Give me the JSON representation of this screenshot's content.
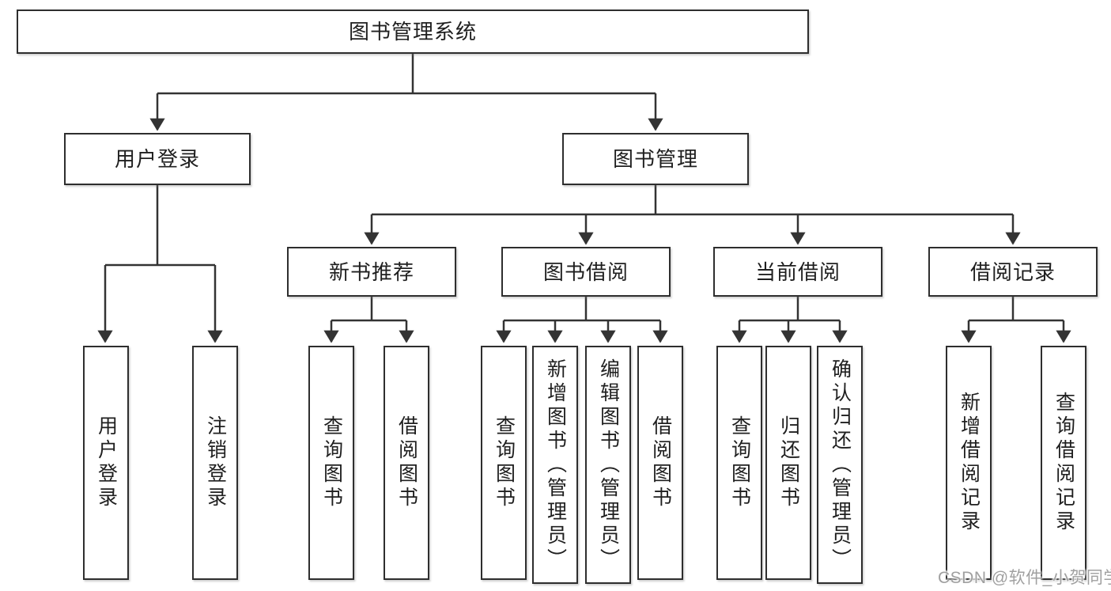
{
  "diagram": {
    "title_node": "图书管理系统",
    "nodes": {
      "root": "图书管理系统",
      "user_login": "用户登录",
      "book_management": "图书管理",
      "new_book_recommend": "新书推荐",
      "book_borrowing": "图书借阅",
      "current_borrowing": "当前借阅",
      "borrowing_records": "借阅记录",
      "leaf_user_login": "用户登录",
      "leaf_logout": "注销登录",
      "leaf_nb_query": "查询图书",
      "leaf_nb_borrow": "借阅图书",
      "leaf_bb_query": "查询图书",
      "leaf_bb_add": "新增图书（管理员）",
      "leaf_bb_edit": "编辑图书（管理员）",
      "leaf_bb_borrow": "借阅图书",
      "leaf_cb_query": "查询图书",
      "leaf_cb_return": "归还图书",
      "leaf_cb_confirm": "确认归还（管理员）",
      "leaf_br_add": "新增借阅记录",
      "leaf_br_query": "查询借阅记录"
    },
    "hierarchy": {
      "root": [
        "user_login",
        "book_management"
      ],
      "user_login": [
        "leaf_user_login",
        "leaf_logout"
      ],
      "book_management": [
        "new_book_recommend",
        "book_borrowing",
        "current_borrowing",
        "borrowing_records"
      ],
      "new_book_recommend": [
        "leaf_nb_query",
        "leaf_nb_borrow"
      ],
      "book_borrowing": [
        "leaf_bb_query",
        "leaf_bb_add",
        "leaf_bb_edit",
        "leaf_bb_borrow"
      ],
      "current_borrowing": [
        "leaf_cb_query",
        "leaf_cb_return",
        "leaf_cb_confirm"
      ],
      "borrowing_records": [
        "leaf_br_add",
        "leaf_br_query"
      ]
    }
  },
  "watermark": "CSDN @软件_小贺同学",
  "colors": {
    "line": "#333333",
    "box_border": "#2e2e2e",
    "box_fill": "#ffffff",
    "text": "#1f1f1f",
    "watermark": "#a0a0a0",
    "background": "#ffffff"
  }
}
